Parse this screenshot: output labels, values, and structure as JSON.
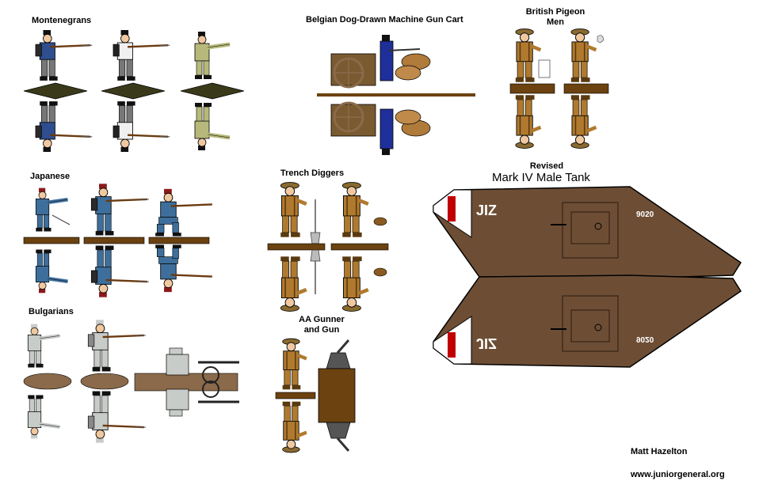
{
  "labels": {
    "montenegrans": "Montenegrans",
    "belgian": "Belgian Dog-Drawn Machine Gun Cart",
    "pigeon_line1": "British Pigeon",
    "pigeon_line2": "Men",
    "japanese": "Japanese",
    "trench": "Trench Diggers",
    "revised": "Revised",
    "tank_title": "Mark IV Male Tank",
    "bulgarians": "Bulgarians",
    "aa_line1": "AA Gunner",
    "aa_line2": "and Gun",
    "author": "Matt Hazelton",
    "website": "www.juniorgeneral.org"
  },
  "tank": {
    "side_code": "JIZ",
    "serial": "9020"
  },
  "colors": {
    "montenegran_blue": "#2f4e8f",
    "montenegran_khaki": "#b7b97a",
    "japanese_blue": "#3e6f9c",
    "british_khaki": "#b07a2e",
    "bulgarian_grey": "#c8ccc8",
    "belgian_blue": "#1f2f9a",
    "dog_brown": "#b07a3a",
    "tank_brown": "#6d4e35",
    "base_brown": "#6b4210",
    "base_dark": "#3a3a1a"
  },
  "icons": {
    "soldier": "soldier-figure-icon",
    "cart": "machine-gun-cart-icon",
    "tank": "tank-icon",
    "aa_gun": "anti-aircraft-gun-icon"
  }
}
